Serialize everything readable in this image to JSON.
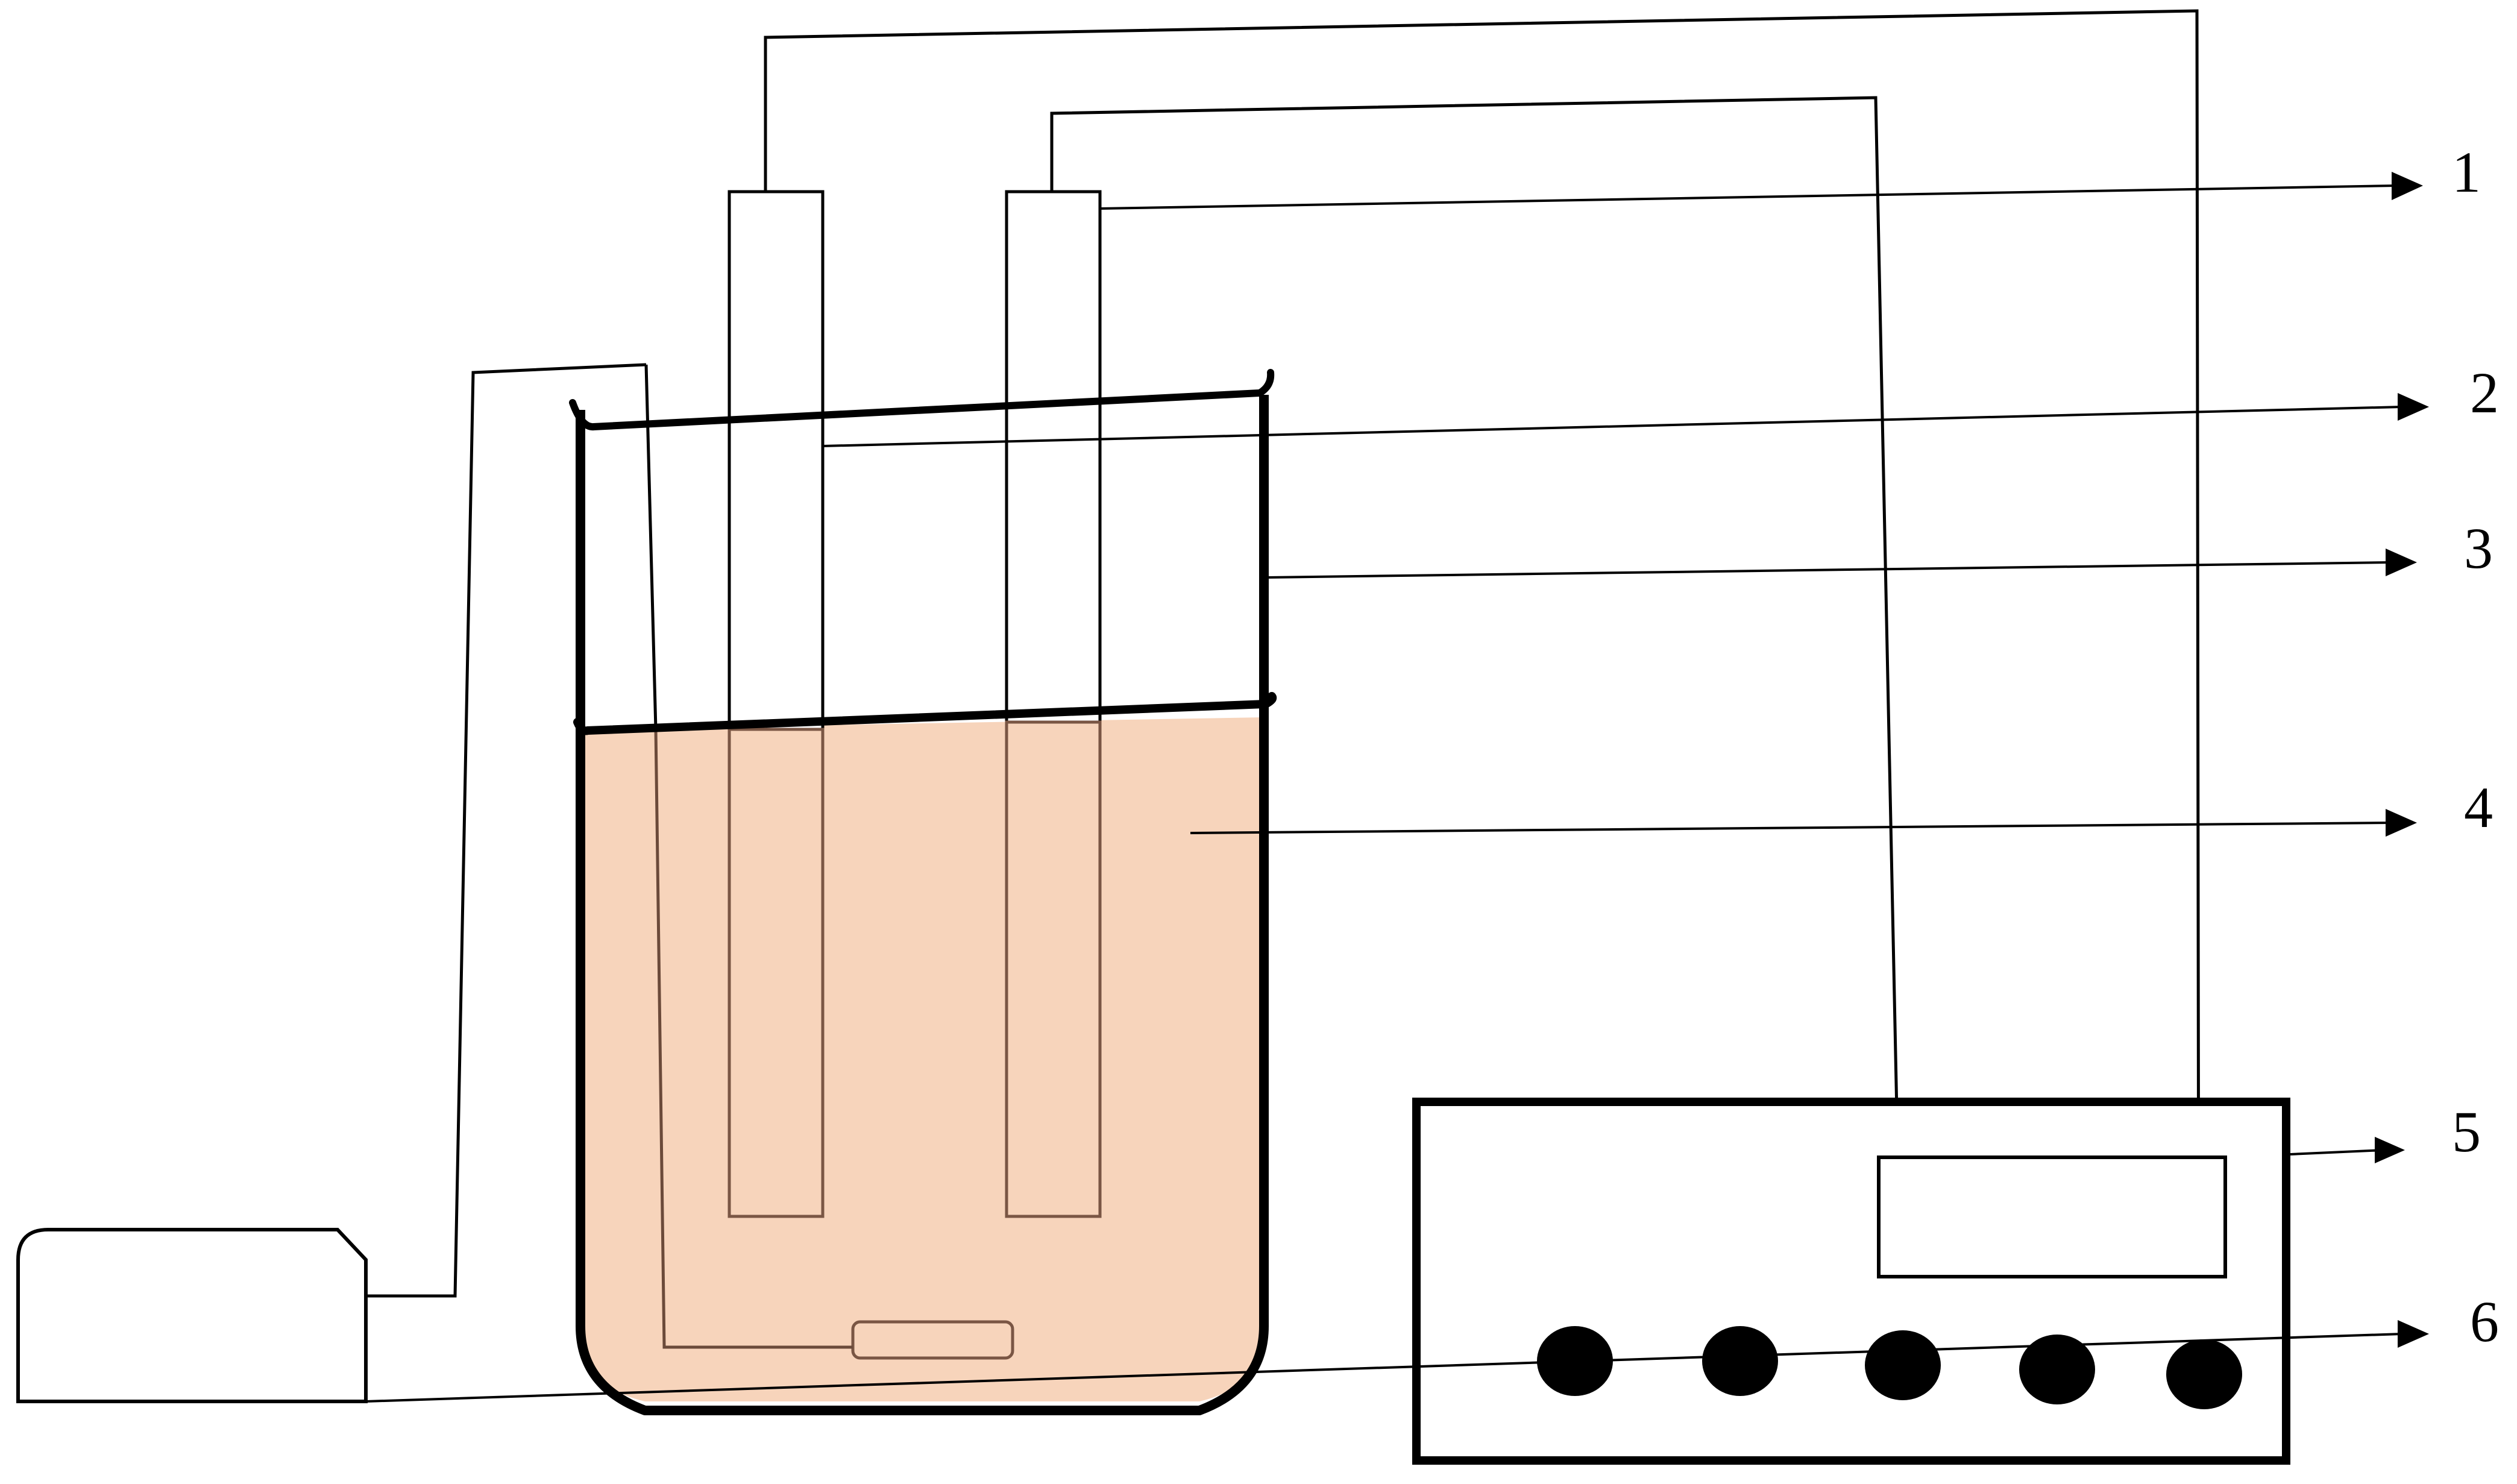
{
  "colors": {
    "solution": "#f7d4bb",
    "outline": "#000000",
    "submerged_outline": "#7a5644",
    "background": "#ffffff"
  },
  "callouts": [
    {
      "id": "1",
      "label": "1"
    },
    {
      "id": "2",
      "label": "2"
    },
    {
      "id": "3",
      "label": "3"
    },
    {
      "id": "4",
      "label": "4"
    },
    {
      "id": "5",
      "label": "5"
    },
    {
      "id": "6",
      "label": "6"
    }
  ],
  "instrument": {
    "terminal_count": 5
  }
}
